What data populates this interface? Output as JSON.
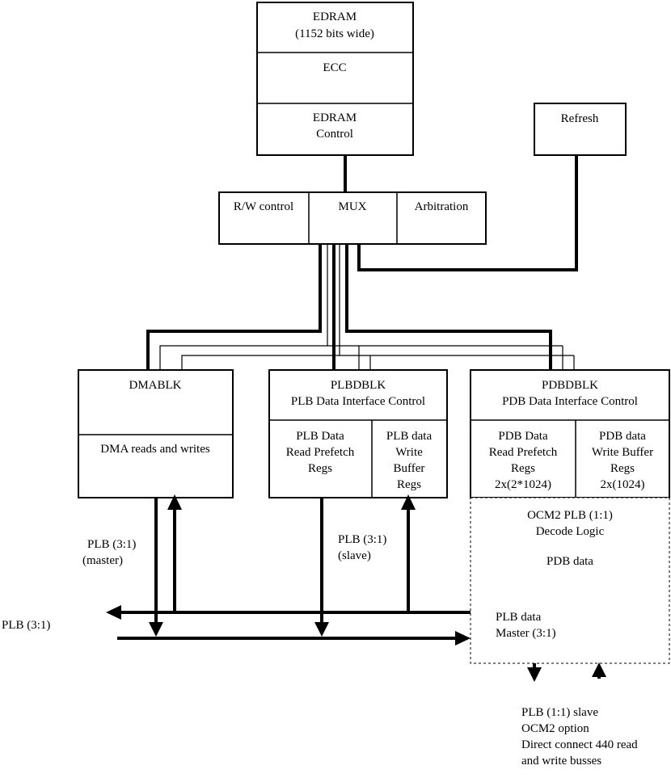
{
  "edram_stack": {
    "edram_title": "EDRAM",
    "edram_subtitle": "(1152 bits wide)",
    "ecc": "ECC",
    "control_line1": "EDRAM",
    "control_line2": "Control"
  },
  "refresh": "Refresh",
  "mux_row": {
    "rw_control": "R/W control",
    "mux": "MUX",
    "arbitration": "Arbitration"
  },
  "dmablk": {
    "title": "DMABLK",
    "body": "DMA reads and writes"
  },
  "plbdblk": {
    "title": "PLBDBLK",
    "subtitle": "PLB Data Interface Control",
    "read_line1": "PLB Data",
    "read_line2": "Read Prefetch",
    "read_line3": "Regs",
    "write_line1": "PLB data",
    "write_line2": "Write",
    "write_line3": "Buffer",
    "write_line4": "Regs"
  },
  "pdbdblk": {
    "title": "PDBDBLK",
    "subtitle": "PDB Data Interface Control",
    "read_line1": "PDB Data",
    "read_line2": "Read Prefetch",
    "read_line3": "Regs",
    "read_line4": "2x(2*1024)",
    "write_line1": "PDB data",
    "write_line2": "Write Buffer",
    "write_line3": "Regs",
    "write_line4": "2x(1024)"
  },
  "ocm2": {
    "line1": "OCM2 PLB (1:1)",
    "line2": "Decode Logic",
    "pdb_data": "PDB data",
    "master_line1": "PLB data",
    "master_line2": "Master (3:1)"
  },
  "labels": {
    "plb_master_line1": "PLB (3:1)",
    "plb_master_line2": "(master)",
    "plb_slave_line1": "PLB (3:1)",
    "plb_slave_line2": "(slave)",
    "plb_bus": "PLB (3:1)",
    "bottom_line1": "PLB (1:1) slave",
    "bottom_line2": "OCM2 option",
    "bottom_line3": "Direct connect 440 read",
    "bottom_line4": "and write busses"
  }
}
